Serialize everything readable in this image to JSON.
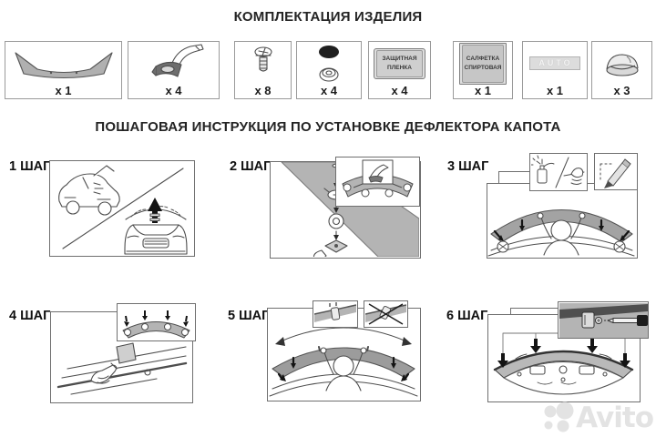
{
  "page": {
    "kit_title": "КОМПЛЕКТАЦИЯ ИЗДЕЛИЯ",
    "steps_title": "ПОШАГОВАЯ ИНСТРУКЦИЯ ПО УСТАНОВКЕ ДЕФЛЕКТОРА КАПОТА"
  },
  "parts": {
    "items": [
      {
        "name": "hood-deflector",
        "qty": "x 1"
      },
      {
        "name": "mounting-clamp",
        "qty": "x 4"
      },
      {
        "name": "screw",
        "qty": "x 8"
      },
      {
        "name": "cap-and-washer",
        "qty": "x 4"
      },
      {
        "name": "protective-film",
        "qty": "x 4",
        "label": "ЗАЩИТНАЯ\nПЛЕНКА"
      },
      {
        "name": "alcohol-wipe",
        "qty": "x 1",
        "label": "САЛФЕТКА\nСПИРТОВАЯ"
      },
      {
        "name": "auto-emblem",
        "qty": "x 1",
        "label": "AUTO"
      },
      {
        "name": "rubber-plug",
        "qty": "x 3"
      }
    ]
  },
  "steps": {
    "items": [
      {
        "label": "1 ШАГ"
      },
      {
        "label": "2 ШАГ"
      },
      {
        "label": "3 ШАГ"
      },
      {
        "label": "4 ШАГ"
      },
      {
        "label": "5 ШАГ"
      },
      {
        "label": "6 ШАГ"
      }
    ]
  },
  "watermark": {
    "text": "Avito"
  },
  "colors": {
    "line": "#4d4d4d",
    "deflector_gray": "#a8a8a8",
    "band_gray": "#b4b4b4",
    "dark_band": "#4f4f4f",
    "box_border": "#9a9a9a",
    "step_border": "#6f6f6f",
    "watermark_gray": "#e3e3e3"
  }
}
